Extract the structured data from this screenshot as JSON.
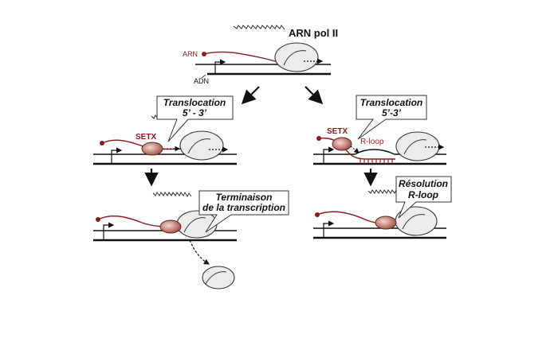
{
  "labels": {
    "pol": "ARN pol II",
    "arn": "ARN",
    "adn": "ADN",
    "setx": "SETX",
    "rloop": "R-loop"
  },
  "boxes": {
    "transloc_left": [
      "Translocation",
      "5’ - 3’"
    ],
    "transloc_right": [
      "Translocation",
      "5’-3’"
    ],
    "termination": [
      "Terminaison",
      "de la transcription"
    ],
    "resolution": [
      "Résolution",
      "R-loop"
    ]
  },
  "colors": {
    "rna": "#8b1a1a",
    "setx": "#c98a80",
    "rloop_label": "#b22222"
  }
}
